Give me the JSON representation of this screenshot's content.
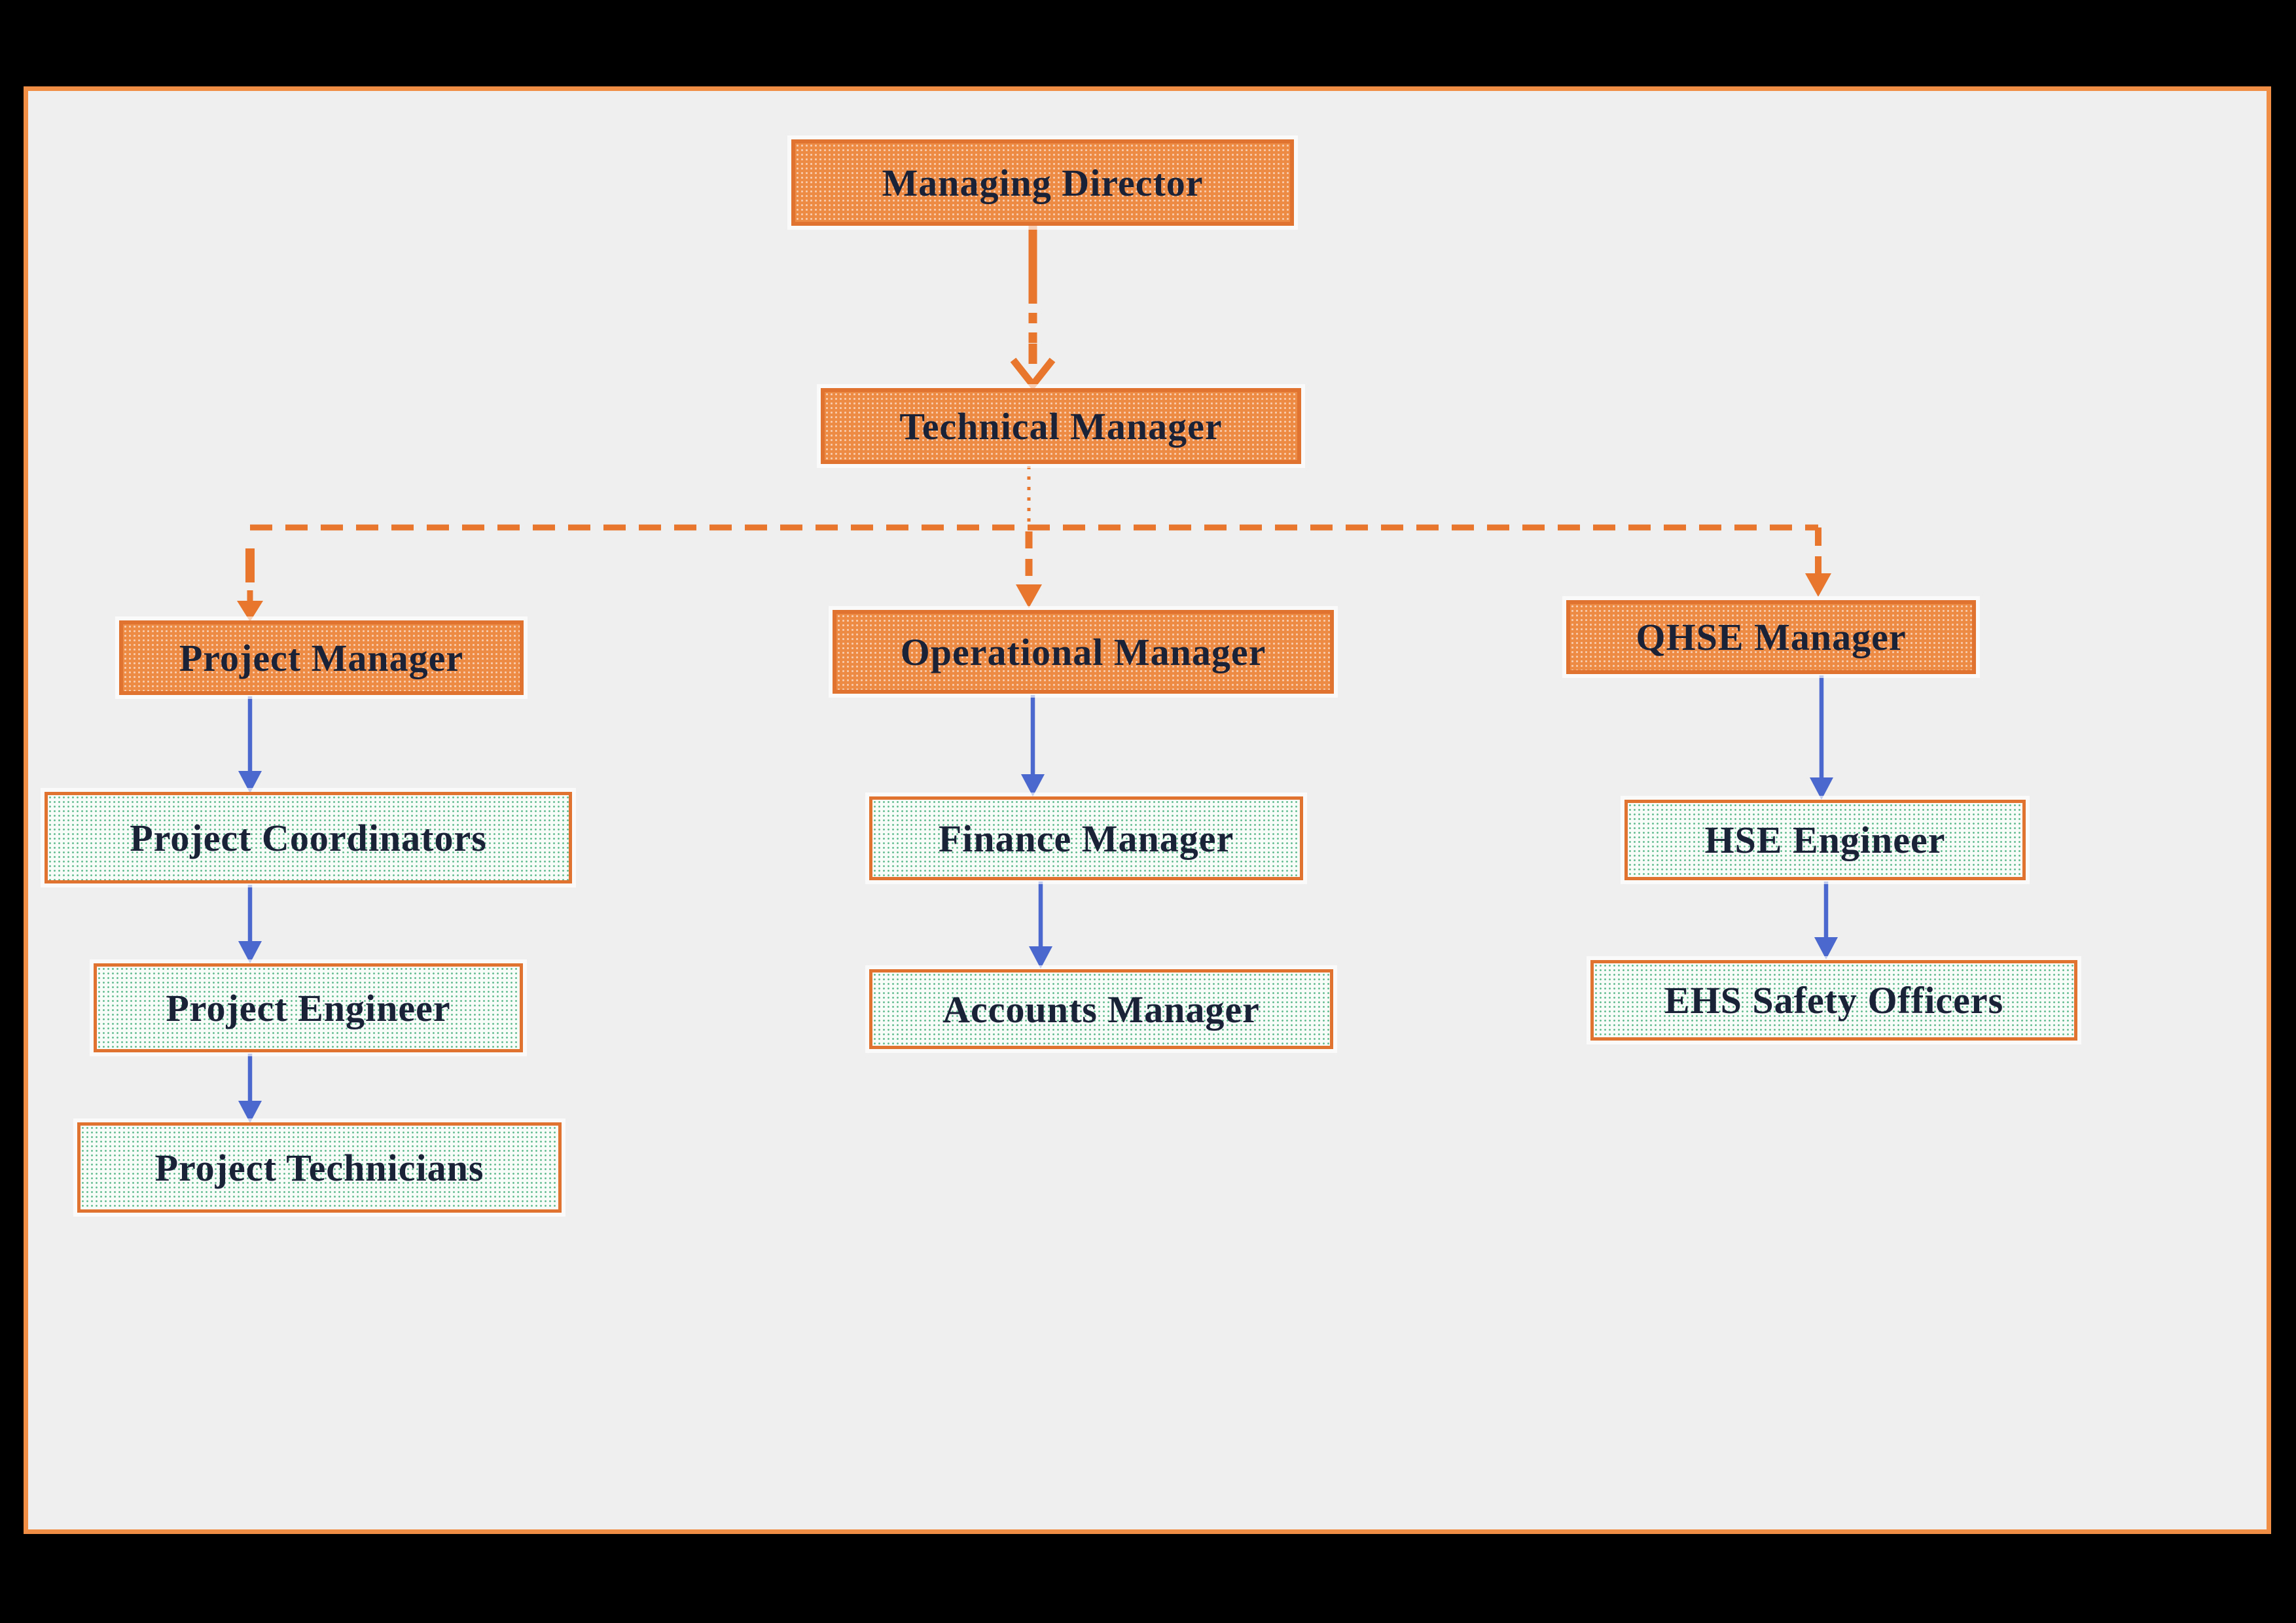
{
  "colors": {
    "page_bg": "#000000",
    "panel_bg": "#EFEFEF",
    "panel_border": "#EF8E44",
    "orange_box_border": "#E0732F",
    "orange_box_bg": "#ED8B45",
    "green_box_bg": "#F7FCF9",
    "green_dot": "#66BD92",
    "text": "#1A2238",
    "blue_arrow": "#4A68CE",
    "orange_connector": "#E8762C"
  },
  "nodes": [
    {
      "id": "managing-director",
      "label": "Managing Director",
      "style": "orange"
    },
    {
      "id": "technical-manager",
      "label": "Technical Manager",
      "style": "orange"
    },
    {
      "id": "project-manager",
      "label": "Project Manager",
      "style": "orange"
    },
    {
      "id": "operational-manager",
      "label": "Operational Manager",
      "style": "orange"
    },
    {
      "id": "qhse-manager",
      "label": "QHSE Manager",
      "style": "orange"
    },
    {
      "id": "project-coordinators",
      "label": "Project Coordinators",
      "style": "green"
    },
    {
      "id": "project-engineer",
      "label": "Project Engineer",
      "style": "green"
    },
    {
      "id": "project-technicians",
      "label": "Project Technicians",
      "style": "green"
    },
    {
      "id": "finance-manager",
      "label": "Finance Manager",
      "style": "green"
    },
    {
      "id": "accounts-manager",
      "label": "Accounts Manager",
      "style": "green"
    },
    {
      "id": "hse-engineer",
      "label": "HSE Engineer",
      "style": "green"
    },
    {
      "id": "ehs-safety-officers",
      "label": "EHS Safety Officers",
      "style": "green"
    }
  ],
  "edges": [
    {
      "from": "Managing Director",
      "to": "Technical Manager",
      "style": "orange-thick-dashed-arrow"
    },
    {
      "from": "Technical Manager",
      "to": "Project Manager",
      "style": "orange-dashed-arrow"
    },
    {
      "from": "Technical Manager",
      "to": "Operational Manager",
      "style": "orange-dotted-dashed-arrow"
    },
    {
      "from": "Technical Manager",
      "to": "QHSE Manager",
      "style": "orange-dashed-arrow"
    },
    {
      "from": "Project Manager",
      "to": "Project Coordinators",
      "style": "blue-arrow"
    },
    {
      "from": "Project Coordinators",
      "to": "Project Engineer",
      "style": "blue-arrow"
    },
    {
      "from": "Project Engineer",
      "to": "Project Technicians",
      "style": "blue-arrow"
    },
    {
      "from": "Operational Manager",
      "to": "Finance Manager",
      "style": "blue-arrow"
    },
    {
      "from": "Finance Manager",
      "to": "Accounts Manager",
      "style": "blue-arrow"
    },
    {
      "from": "QHSE Manager",
      "to": "HSE Engineer",
      "style": "blue-arrow"
    },
    {
      "from": "HSE Engineer",
      "to": "EHS Safety Officers",
      "style": "blue-arrow"
    }
  ]
}
